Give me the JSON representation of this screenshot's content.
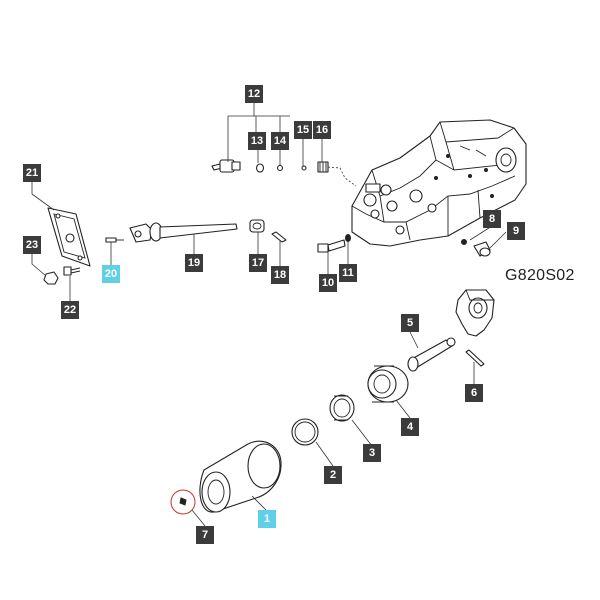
{
  "diagram": {
    "drawing_code": "G820S02",
    "callouts": [
      {
        "id": "c1",
        "label": "1",
        "highlighted": true
      },
      {
        "id": "c2",
        "label": "2",
        "highlighted": false
      },
      {
        "id": "c3",
        "label": "3",
        "highlighted": false
      },
      {
        "id": "c4",
        "label": "4",
        "highlighted": false
      },
      {
        "id": "c5",
        "label": "5",
        "highlighted": false
      },
      {
        "id": "c6",
        "label": "6",
        "highlighted": false
      },
      {
        "id": "c7",
        "label": "7",
        "highlighted": false
      },
      {
        "id": "c8",
        "label": "8",
        "highlighted": false
      },
      {
        "id": "c9",
        "label": "9",
        "highlighted": false
      },
      {
        "id": "c10",
        "label": "10",
        "highlighted": false
      },
      {
        "id": "c11",
        "label": "11",
        "highlighted": false
      },
      {
        "id": "c12",
        "label": "12",
        "highlighted": false
      },
      {
        "id": "c13",
        "label": "13",
        "highlighted": false
      },
      {
        "id": "c14",
        "label": "14",
        "highlighted": false
      },
      {
        "id": "c15",
        "label": "15",
        "highlighted": false
      },
      {
        "id": "c16",
        "label": "16",
        "highlighted": false
      },
      {
        "id": "c17",
        "label": "17",
        "highlighted": false
      },
      {
        "id": "c18",
        "label": "18",
        "highlighted": false
      },
      {
        "id": "c19",
        "label": "19",
        "highlighted": false
      },
      {
        "id": "c20",
        "label": "20",
        "highlighted": true
      },
      {
        "id": "c21",
        "label": "21",
        "highlighted": false
      },
      {
        "id": "c22",
        "label": "22",
        "highlighted": false
      },
      {
        "id": "c23",
        "label": "23",
        "highlighted": false
      }
    ],
    "colors": {
      "callout_bg": "#3b3b3b",
      "callout_highlight_bg": "#5fd0e6",
      "circle_mark": "#c0392b",
      "line": "#222222"
    }
  }
}
